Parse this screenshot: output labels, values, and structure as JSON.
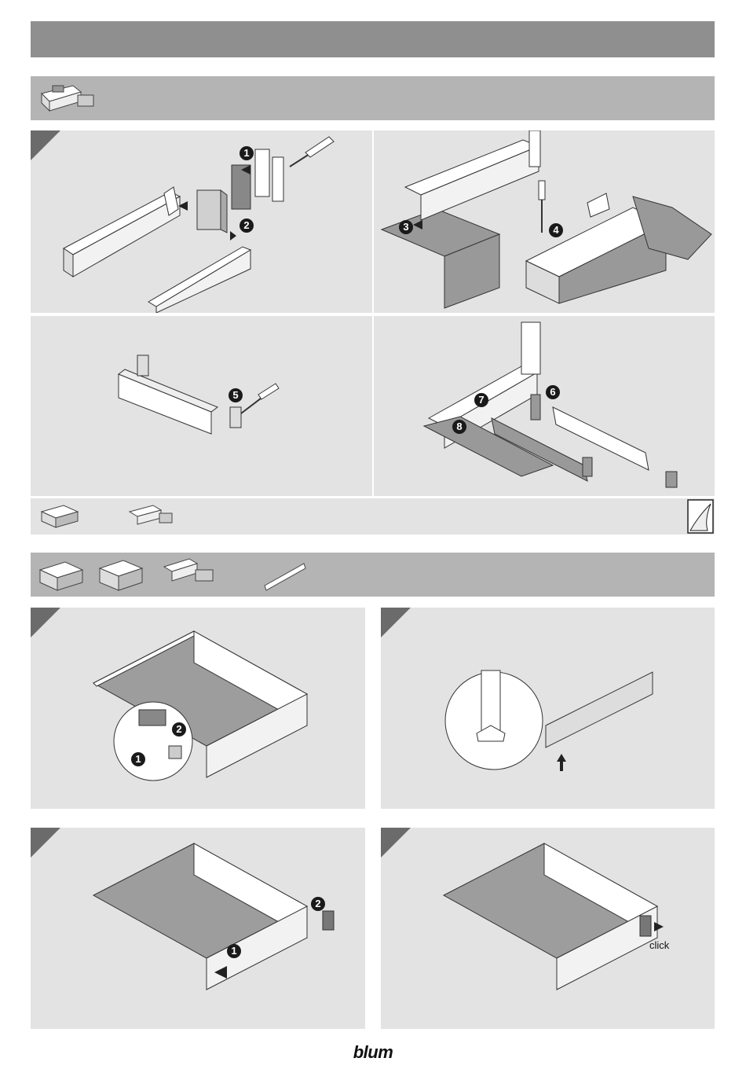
{
  "badges": {
    "p1": [
      "1",
      "2"
    ],
    "p2": [
      "3",
      "4"
    ],
    "p3": [
      "5"
    ],
    "p4": [
      "6",
      "7",
      "8"
    ],
    "q1": [
      "1",
      "2"
    ],
    "q3": [
      "1",
      "2"
    ]
  },
  "labels": {
    "click": "click"
  },
  "footer": {
    "logo": "blum"
  },
  "colors": {
    "title_bar": "#8f8f8f",
    "section_bar": "#b4b4b4",
    "panel": "#e3e3e3",
    "corner_tab": "#6b6b6b"
  }
}
